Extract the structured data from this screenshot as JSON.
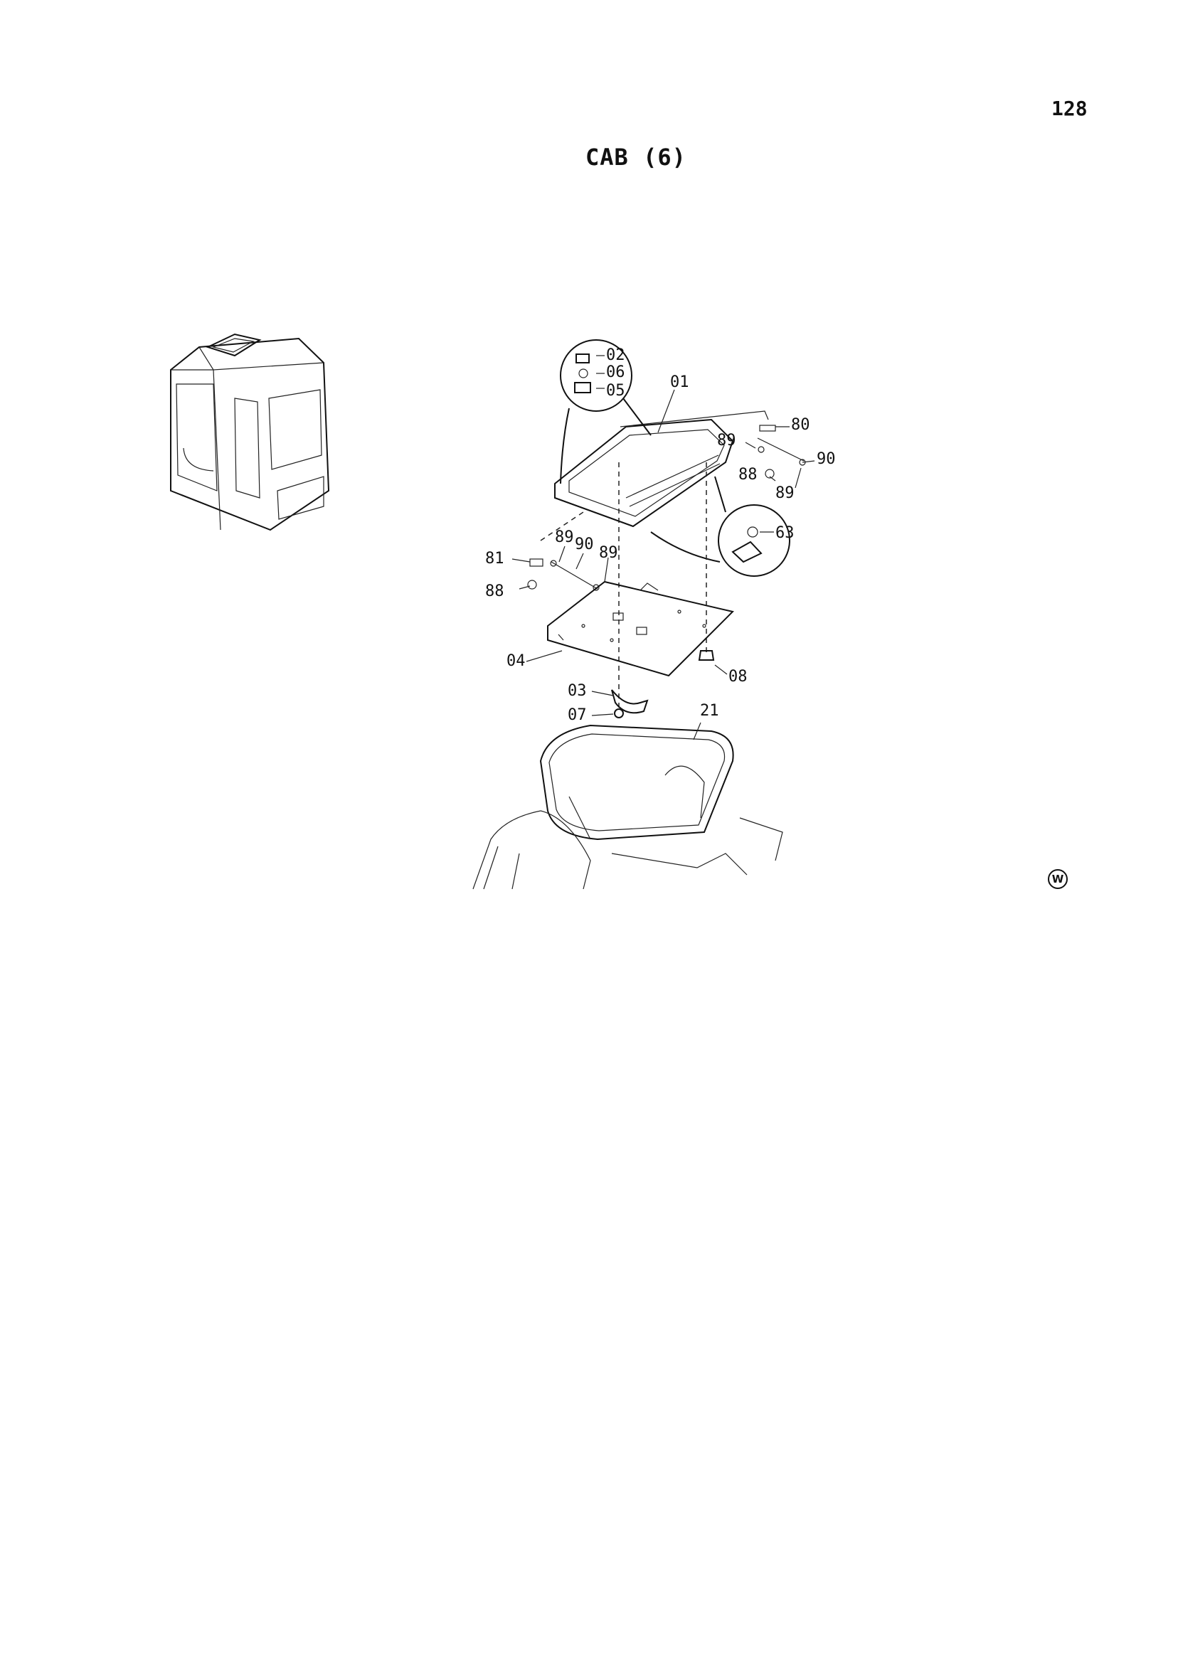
{
  "page": {
    "number": "128",
    "title": "CAB (6)"
  },
  "mark": {
    "symbol": "W"
  },
  "callouts": [
    {
      "id": "01",
      "label": "01"
    },
    {
      "id": "02",
      "label": "02"
    },
    {
      "id": "06",
      "label": "06"
    },
    {
      "id": "05",
      "label": "05"
    },
    {
      "id": "80",
      "label": "80"
    },
    {
      "id": "89a",
      "label": "89"
    },
    {
      "id": "90a",
      "label": "90"
    },
    {
      "id": "88a",
      "label": "88"
    },
    {
      "id": "89b",
      "label": "89"
    },
    {
      "id": "63",
      "label": "63"
    },
    {
      "id": "81",
      "label": "81"
    },
    {
      "id": "89c",
      "label": "89"
    },
    {
      "id": "90b",
      "label": "90"
    },
    {
      "id": "89d",
      "label": "89"
    },
    {
      "id": "88b",
      "label": "88"
    },
    {
      "id": "04",
      "label": "04"
    },
    {
      "id": "08",
      "label": "08"
    },
    {
      "id": "03",
      "label": "03"
    },
    {
      "id": "07",
      "label": "07"
    },
    {
      "id": "21",
      "label": "21"
    }
  ]
}
